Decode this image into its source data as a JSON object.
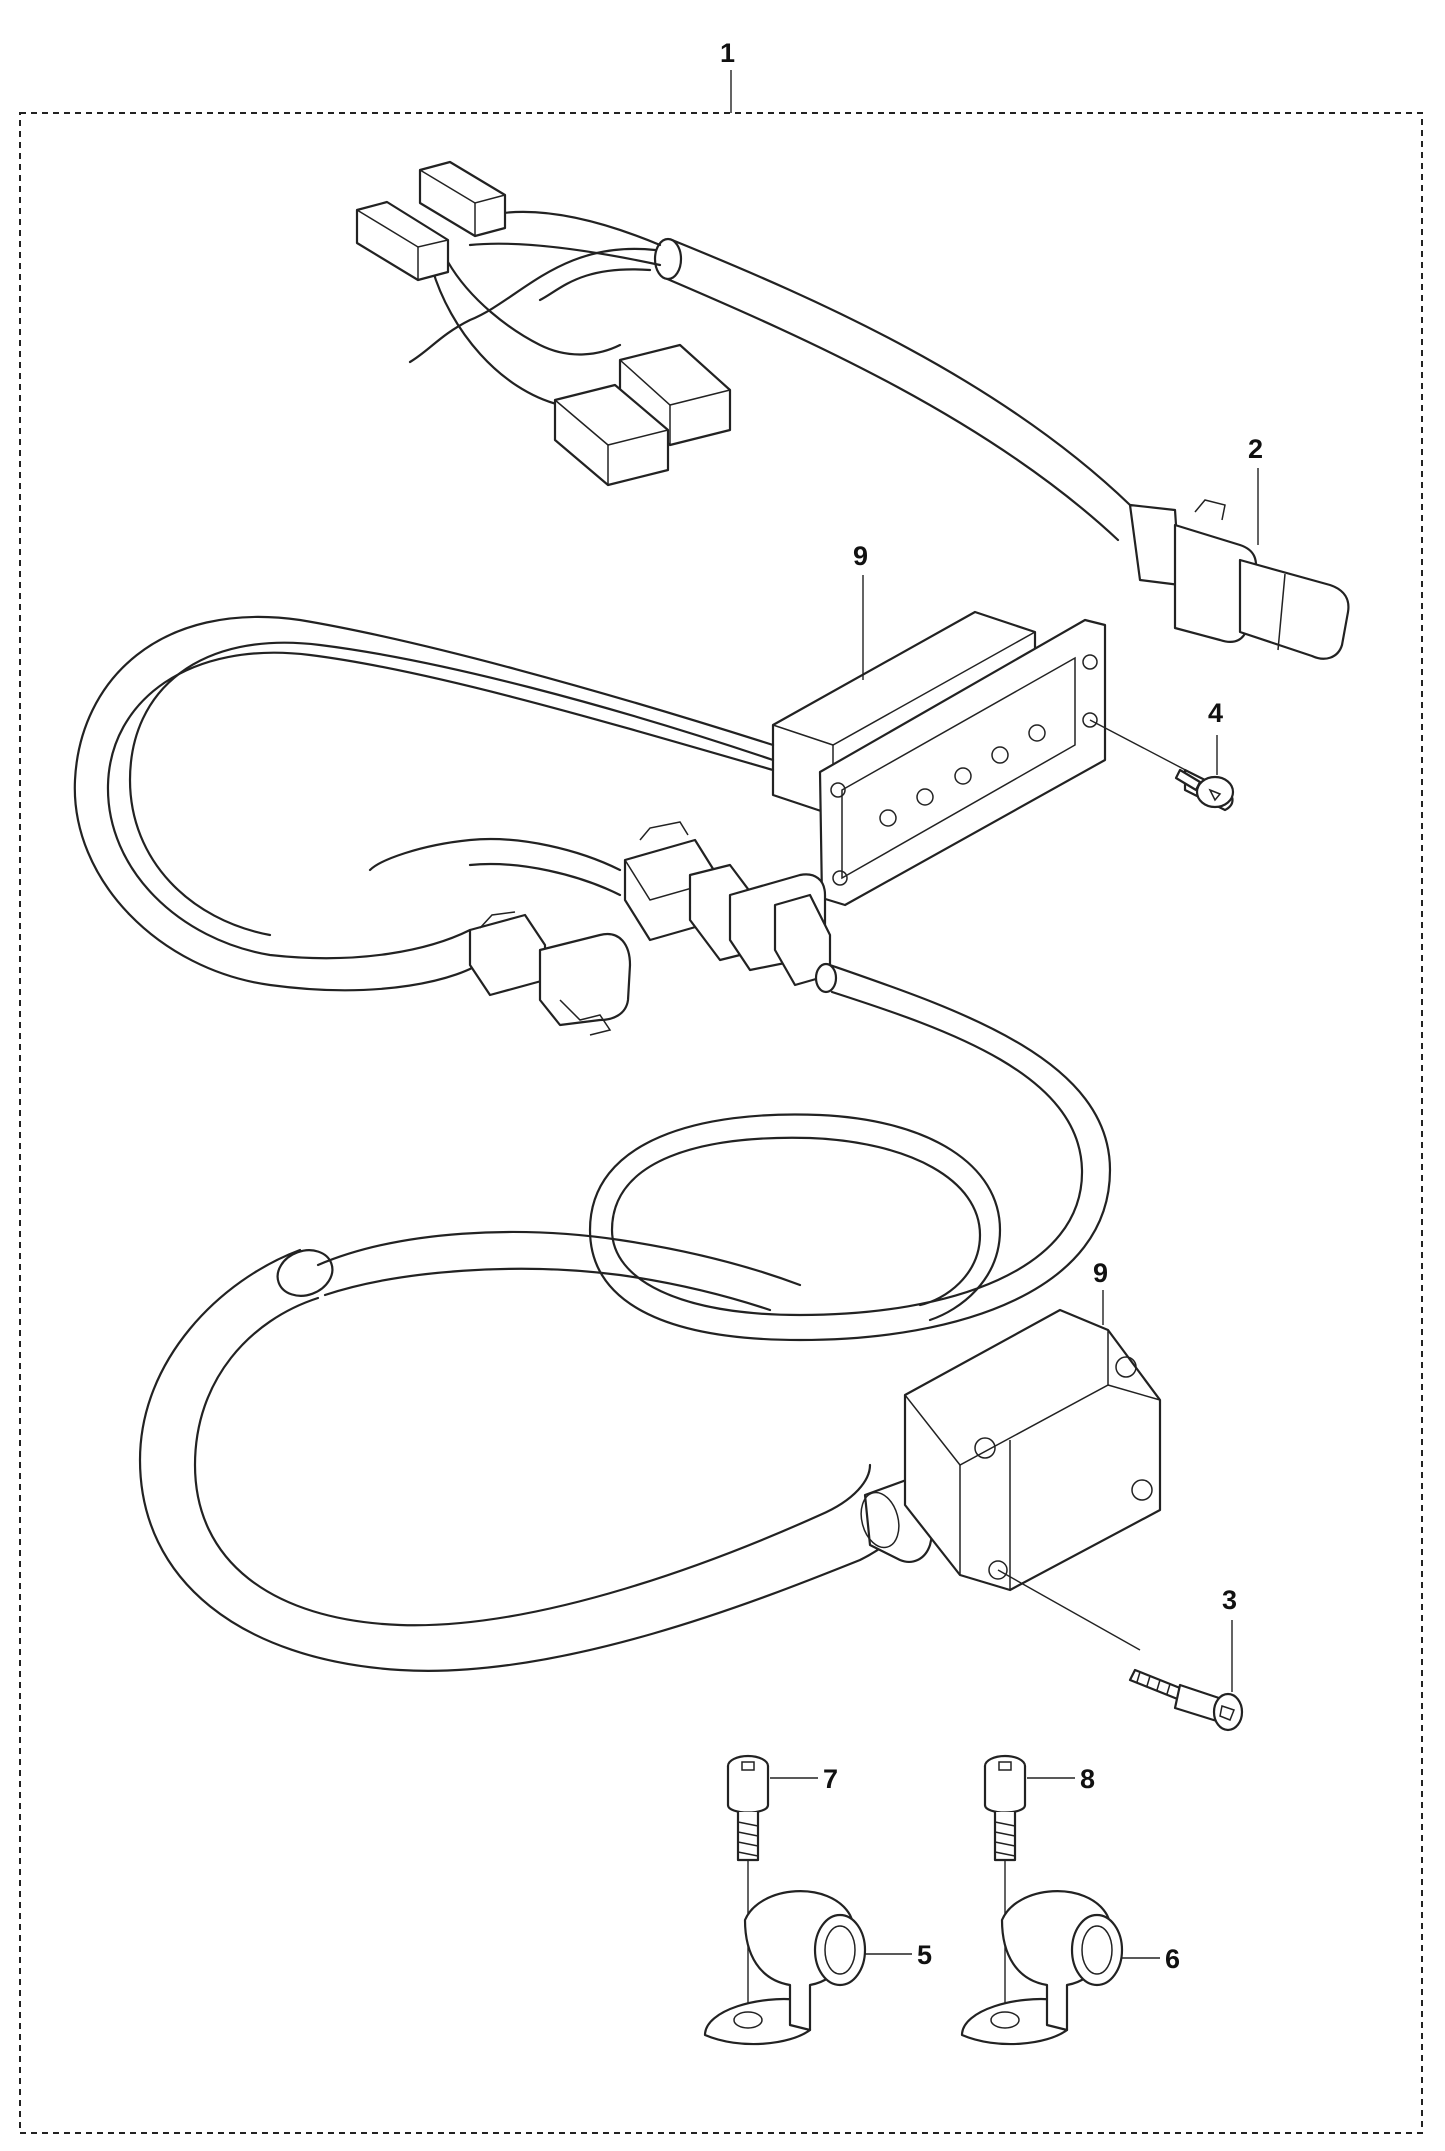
{
  "callouts": [
    {
      "id": "kit",
      "label": "1"
    },
    {
      "id": "harness",
      "label": "2"
    },
    {
      "id": "screw-long",
      "label": "3"
    },
    {
      "id": "screw-short",
      "label": "4"
    },
    {
      "id": "clamp-left",
      "label": "5"
    },
    {
      "id": "clamp-right",
      "label": "6"
    },
    {
      "id": "bolt-left",
      "label": "7"
    },
    {
      "id": "bolt-right",
      "label": "8"
    },
    {
      "id": "panel",
      "label": "9"
    },
    {
      "id": "sensor",
      "label": "9"
    }
  ]
}
